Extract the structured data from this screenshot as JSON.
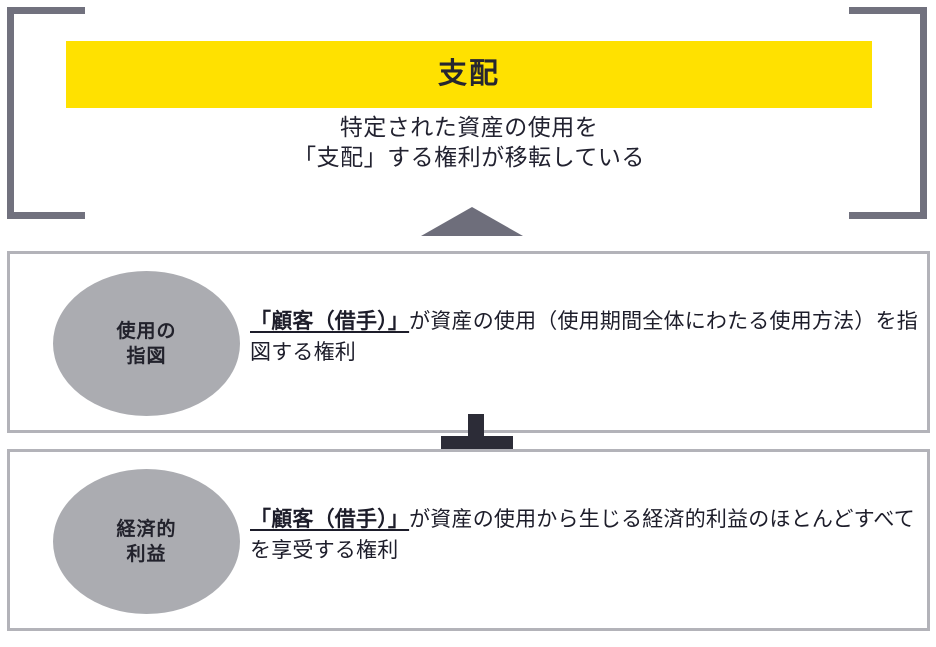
{
  "diagram": {
    "title_banner": {
      "heading": "支配",
      "background_color": "#FFE100"
    },
    "subtitle": {
      "line1": "特定された資産の使用を",
      "line2": "「支配」する権利が移転している"
    },
    "arrow": {
      "icon": "triangle-up-icon",
      "color": "#6E6E7B"
    },
    "connector": {
      "icon": "plus-icon",
      "symbol": "+",
      "color": "#2C2C37"
    },
    "criteria": [
      {
        "id": "use-direction",
        "circle_label_line1": "使用の",
        "circle_label_line2": "指図",
        "emphasis": "「顧客（借手）」",
        "description": "が資産の使用（使用期間全体にわたる使用方法）を指図する権利",
        "circle_color": "#ABACB1"
      },
      {
        "id": "economic-benefit",
        "circle_label_line1": "経済的",
        "circle_label_line2": "利益",
        "emphasis": "「顧客（借手）」",
        "description": "が資産の使用から生じる経済的利益のほとんどすべてを享受する権利",
        "circle_color": "#ABACB1"
      }
    ],
    "frame": {
      "bracket_color": "#71717E"
    },
    "box_border_color": "#B3B3B9"
  }
}
